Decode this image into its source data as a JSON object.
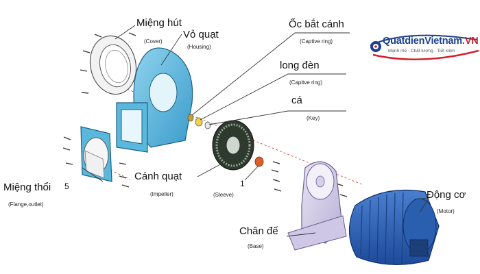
{
  "brand": {
    "name_part1": "Quat",
    "name_part2": "dienVietnam",
    "name_part3": ".VN",
    "tagline": "Mạnh mẽ - Chất lượng - Tiết kiệm",
    "colors": {
      "primary": "#1a3f8f",
      "accent": "#d3212d"
    }
  },
  "parts": [
    {
      "id": "cover",
      "vi": "Miệng hút",
      "en": "(Cover)"
    },
    {
      "id": "housing",
      "vi": "Vỏ quạt",
      "en": "(Housing)"
    },
    {
      "id": "captive-nut",
      "vi": "Ốc bắt cánh",
      "en": "(Captive ring)"
    },
    {
      "id": "washer",
      "vi": "long đèn",
      "en": "(Capitve ring)"
    },
    {
      "id": "key",
      "vi": "cá",
      "en": "(Key)"
    },
    {
      "id": "flange",
      "vi": "Miệng thổi",
      "en": "(Flange,outlet)"
    },
    {
      "id": "impeller",
      "vi": "Cánh quạt",
      "en": "(Impeller)"
    },
    {
      "id": "sleeve",
      "vi": "",
      "en": "(Sleeve)"
    },
    {
      "id": "motor",
      "vi": "Động cơ",
      "en": "(Motor)"
    },
    {
      "id": "base",
      "vi": "Chân đế",
      "en": "(Base)"
    }
  ],
  "callout_numbers": {
    "flange": "5",
    "sleeve": "1"
  },
  "colors": {
    "housing": "#5ab8dc",
    "motor": "#2f5fb3",
    "base": "#c8c0e0",
    "impeller": "#3a4a3a",
    "sleeve": "#d9602a"
  }
}
